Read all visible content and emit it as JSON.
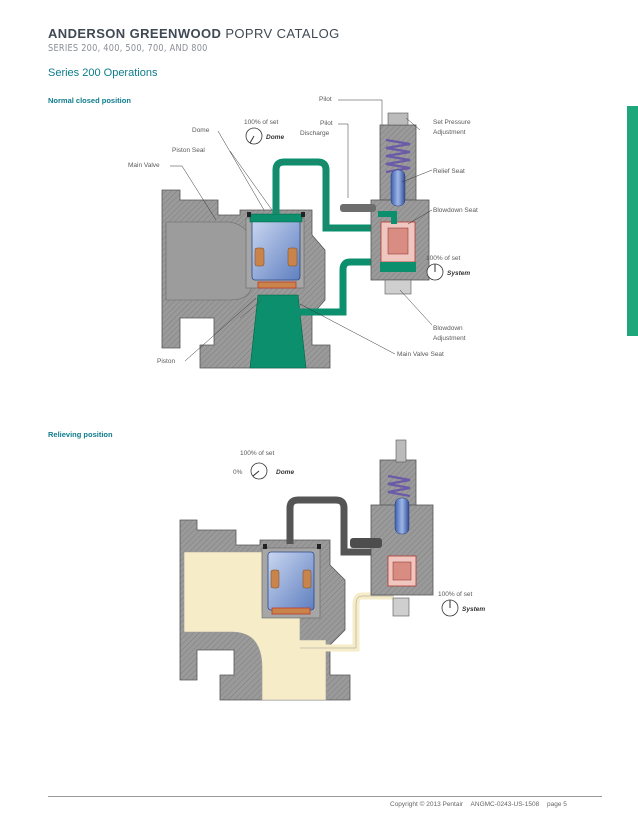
{
  "header": {
    "brand": "ANDERSON GREENWOOD",
    "catalog": "POPRV CATALOG",
    "series": "SERIES 200, 400, 500, 700, AND 800"
  },
  "section_title": "Series 200 Operations",
  "diagram1": {
    "title": "Normal closed position",
    "labels": {
      "pilot": "Pilot",
      "pilot_discharge_1": "Pilot",
      "pilot_discharge_2": "Discharge",
      "dome": "Dome",
      "piston_seal": "Piston Seal",
      "main_valve": "Main Valve",
      "piston": "Piston",
      "set_pressure_1": "Set Pressure",
      "set_pressure_2": "Adjustment",
      "relief_seat": "Relief Seat",
      "blowdown_seat": "Blowdown Seat",
      "blowdown_adj_1": "Blowdown",
      "blowdown_adj_2": "Adjustment",
      "main_valve_seat": "Main Valve Seat"
    },
    "gauges": {
      "dome": {
        "scale": "100% of set",
        "name": "Dome"
      },
      "system": {
        "scale": "100% of set",
        "name": "System"
      }
    }
  },
  "diagram2": {
    "title": "Relieving position",
    "gauges": {
      "dome": {
        "scale": "100% of set",
        "zero": "0%",
        "name": "Dome"
      },
      "system": {
        "scale": "100% of set",
        "name": "System"
      }
    }
  },
  "footer": {
    "copyright": "Copyright © 2013 Pentair",
    "doc_id": "ANGMC-0243-US-1508",
    "page": "page 5"
  },
  "colors": {
    "accent": "#0e7c8c",
    "process_green": "#0b8f6c",
    "body_gray": "#8c8c8c",
    "fluid_relieving": "#f6ecc8"
  }
}
